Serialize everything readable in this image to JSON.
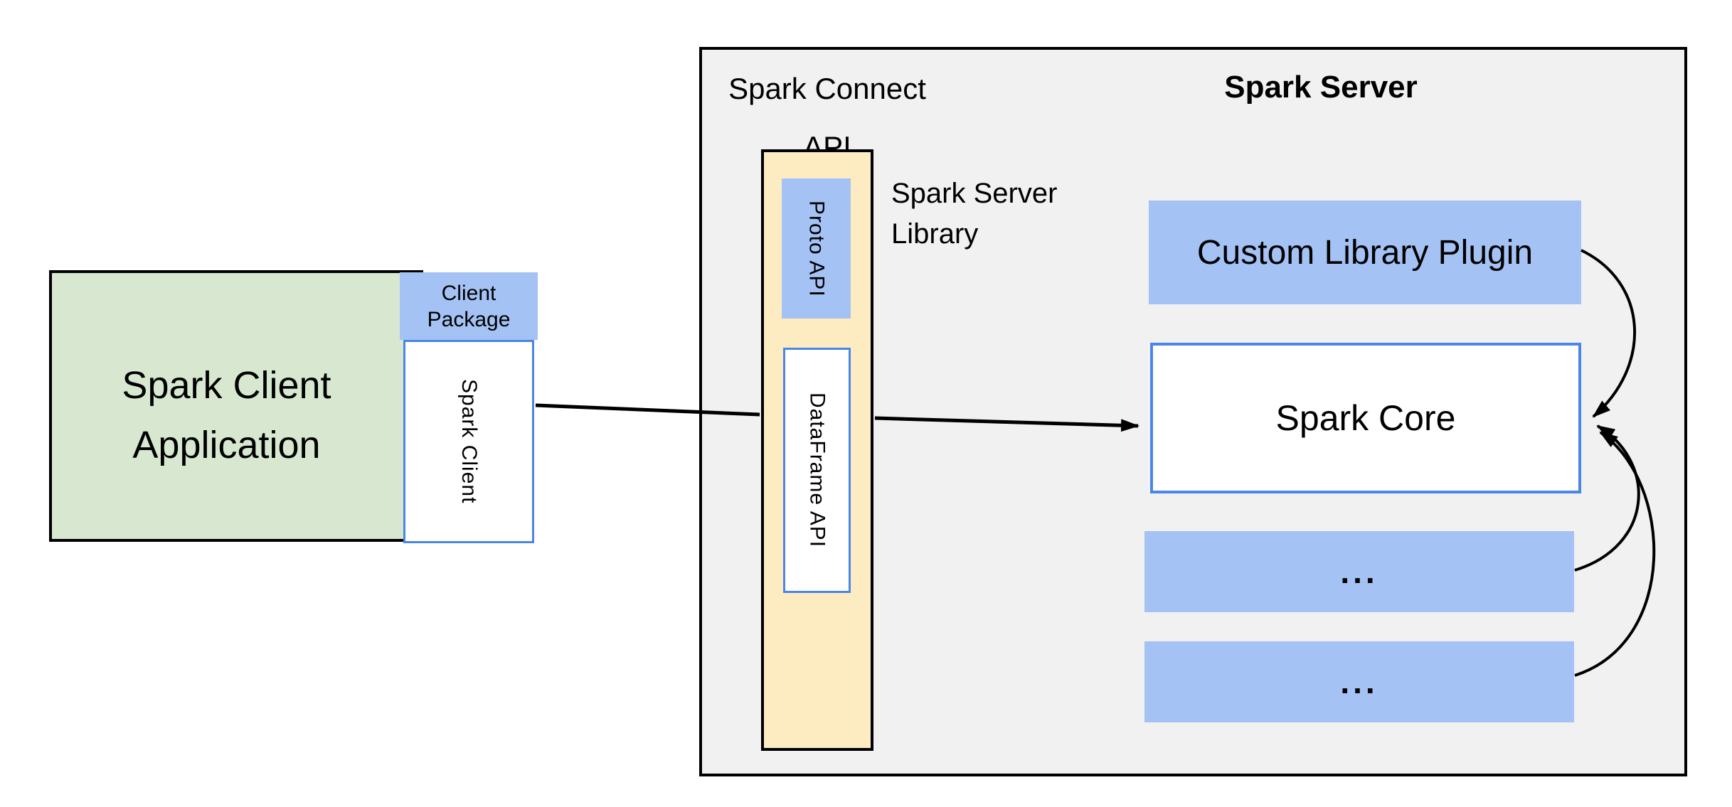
{
  "colors": {
    "background": "#ffffff",
    "container_fill": "#f1f1f2",
    "container_border": "#000000",
    "green_fill": "#d8e8d0",
    "blue_fill": "#a4c2f4",
    "blue_border": "#4a86e8",
    "yellow_fill": "#fdecc2",
    "arrow": "#000000"
  },
  "client_app": {
    "lines": [
      "Spark Client",
      "Application"
    ]
  },
  "client_package": {
    "lines": [
      "Client",
      "Package"
    ]
  },
  "spark_client": {
    "label": "Spark Client"
  },
  "spark_connect": {
    "title_lines": [
      "Spark Connect",
      "API"
    ],
    "proto_api_label": "Proto API",
    "dataframe_api_label": "DataFrame API"
  },
  "server_library": {
    "lines": [
      "Spark Server",
      "Library"
    ]
  },
  "spark_server": {
    "title": "Spark Server",
    "custom_plugin_label": "Custom Library Plugin",
    "spark_core_label": "Spark Core",
    "ellipsis_top": "...",
    "ellipsis_bottom": "..."
  },
  "arrows": [
    {
      "from": "spark-client",
      "to": "spark-connect-api"
    },
    {
      "from": "dataframe-api",
      "to": "spark-core"
    },
    {
      "from": "custom-library-plugin",
      "to": "spark-core"
    },
    {
      "from": "ellipsis-box-top",
      "to": "spark-core"
    },
    {
      "from": "ellipsis-box-bottom",
      "to": "spark-core"
    }
  ]
}
